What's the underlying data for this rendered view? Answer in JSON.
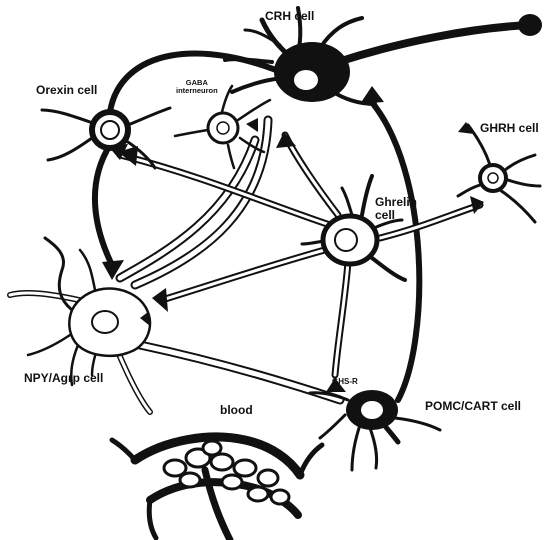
{
  "labels": {
    "crh": "CRH cell",
    "orexin": "Orexin cell",
    "gaba": "GABA",
    "gaba_sub": "interneuron",
    "ghrh": "GHRH cell",
    "ghrelin": "Ghrelin",
    "ghrelin_sub": "cell",
    "npy": "NPY/Agrp cell",
    "ghsr": "GHS-R",
    "pomc": "POMC/CART cell",
    "blood": "blood"
  },
  "colors": {
    "ink": "#111111",
    "paper": "#ffffff"
  }
}
